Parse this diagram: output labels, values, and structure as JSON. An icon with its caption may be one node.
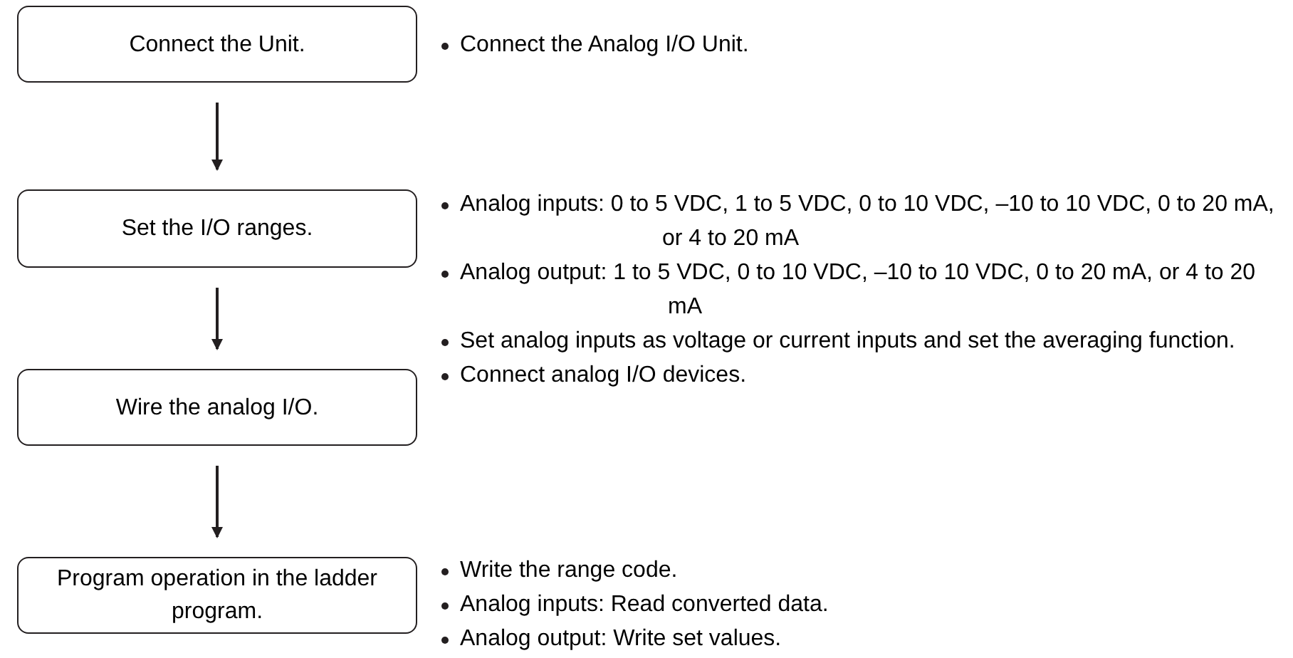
{
  "diagram": {
    "nodes": [
      {
        "text": [
          "Connect the Unit."
        ],
        "beside": [
          "Connect the Analog I/O Unit."
        ]
      },
      {
        "text": [
          "Set the I/O ranges."
        ],
        "beside": [
          "Analog inputs: 0 to 5 VDC, 1 to 5 VDC, 0 to 10 VDC, –10 to 10 VDC, 0 to 20 mA, or 4 to 20 mA",
          "Analog output: 1 to 5 VDC, 0 to 10 VDC, –10 to 10 VDC, 0 to 20 mA, or 4 to 20 mA"
        ]
      },
      {
        "text": [
          "Wire the analog I/O."
        ],
        "beside": [
          "Set analog inputs as voltage or current inputs and set the averaging function.",
          "Connect analog I/O devices."
        ]
      },
      {
        "text": [
          "Program operation in the ladder program."
        ],
        "beside": [
          "Write the range code.",
          "Analog inputs: Read converted data.",
          "Analog output: Write set values."
        ]
      }
    ],
    "edges": [
      {
        "from": 0,
        "to": 1,
        "arrow": "to"
      },
      {
        "from": 1,
        "to": 2,
        "arrow": "to"
      },
      {
        "from": 2,
        "to": 3,
        "arrow": "to"
      }
    ]
  }
}
